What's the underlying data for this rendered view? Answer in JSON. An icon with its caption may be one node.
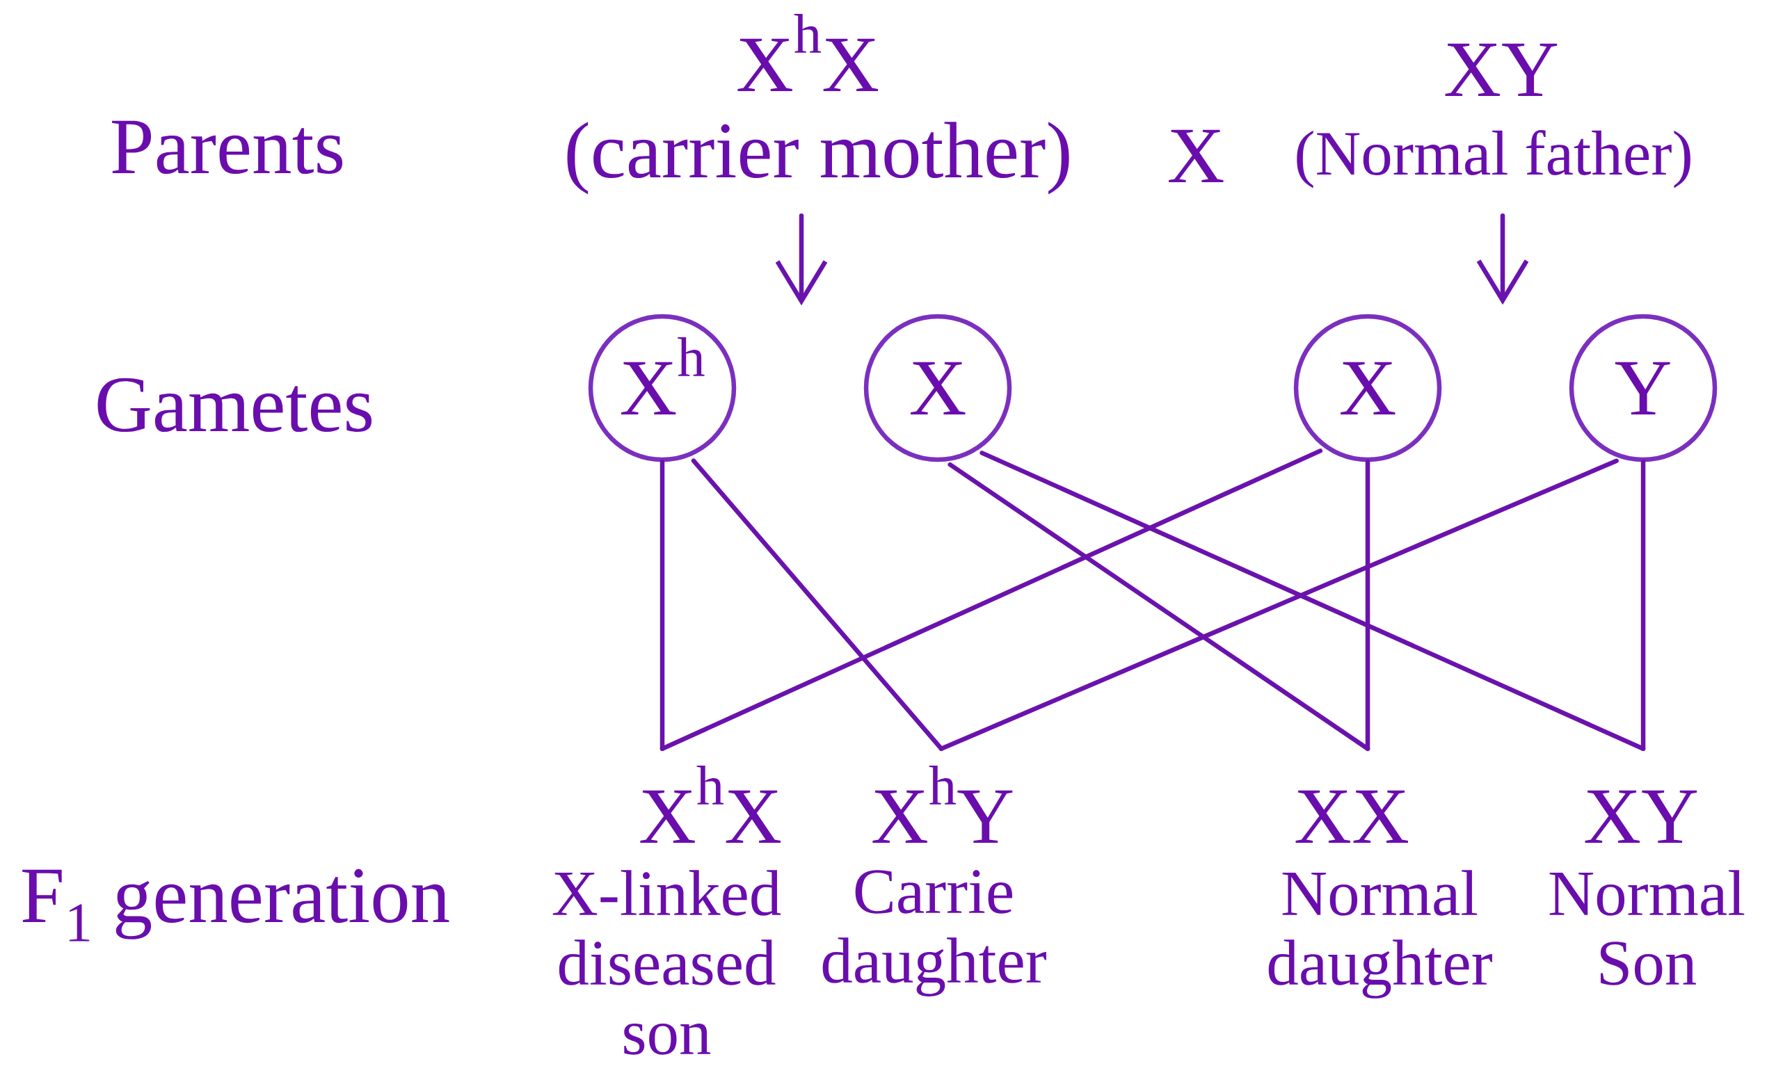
{
  "diagram": {
    "nodes": [
      {
        "text": [
          "X$^{h}$X",
          "(carrier mother)"
        ]
      },
      {
        "text": [
          "XY",
          "(Normal father)"
        ]
      },
      {
        "text": [
          "X$^{h}$"
        ]
      },
      {
        "text": [
          "X"
        ]
      },
      {
        "text": [
          "X"
        ]
      },
      {
        "text": [
          "Y"
        ]
      },
      {
        "text": [
          "X$^{h}$X",
          "X-linked diseased son"
        ]
      },
      {
        "text": [
          "X$^{h}$Y",
          "Carrie daughter"
        ]
      },
      {
        "text": [
          "XX",
          "Normal daughter"
        ]
      },
      {
        "text": [
          "XY",
          "Normal Son"
        ]
      }
    ],
    "edges": [
      {
        "from": 0,
        "to": null,
        "arrow": "to"
      },
      {
        "from": 1,
        "to": null,
        "arrow": "to"
      },
      {
        "from": 2,
        "to": 6,
        "arrow": "none"
      },
      {
        "from": 2,
        "to": 7,
        "arrow": "none"
      },
      {
        "from": 3,
        "to": 8,
        "arrow": "none"
      },
      {
        "from": 3,
        "to": 9,
        "arrow": "none"
      },
      {
        "from": 4,
        "to": 6,
        "arrow": "none"
      },
      {
        "from": 4,
        "to": 8,
        "arrow": "none"
      },
      {
        "from": 5,
        "to": 7,
        "arrow": "none"
      },
      {
        "from": 5,
        "to": 9,
        "arrow": "none"
      }
    ],
    "labels": [
      "Parents",
      "X",
      "Gametes",
      "F$_{1}$ generation"
    ]
  }
}
